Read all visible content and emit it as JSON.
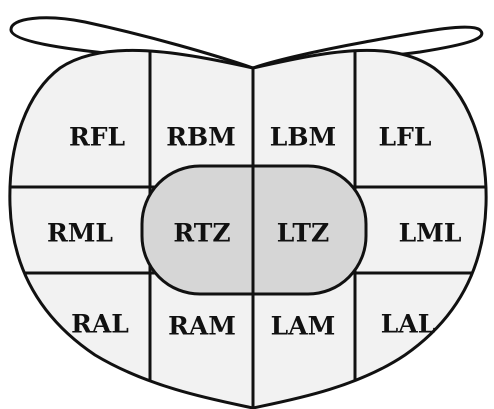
{
  "diagram": {
    "colors": {
      "outline": "#111111",
      "region_fill": "#f2f2f2",
      "center_fill": "#d6d6d6",
      "background": "#ffffff"
    },
    "regions": {
      "rfl": "RFL",
      "rbm": "RBM",
      "lbm": "LBM",
      "lfl": "LFL",
      "rml": "RML",
      "rtz": "RTZ",
      "ltz": "LTZ",
      "lml": "LML",
      "ral": "RAL",
      "ram": "RAM",
      "lam": "LAM",
      "lal": "LAL"
    }
  }
}
